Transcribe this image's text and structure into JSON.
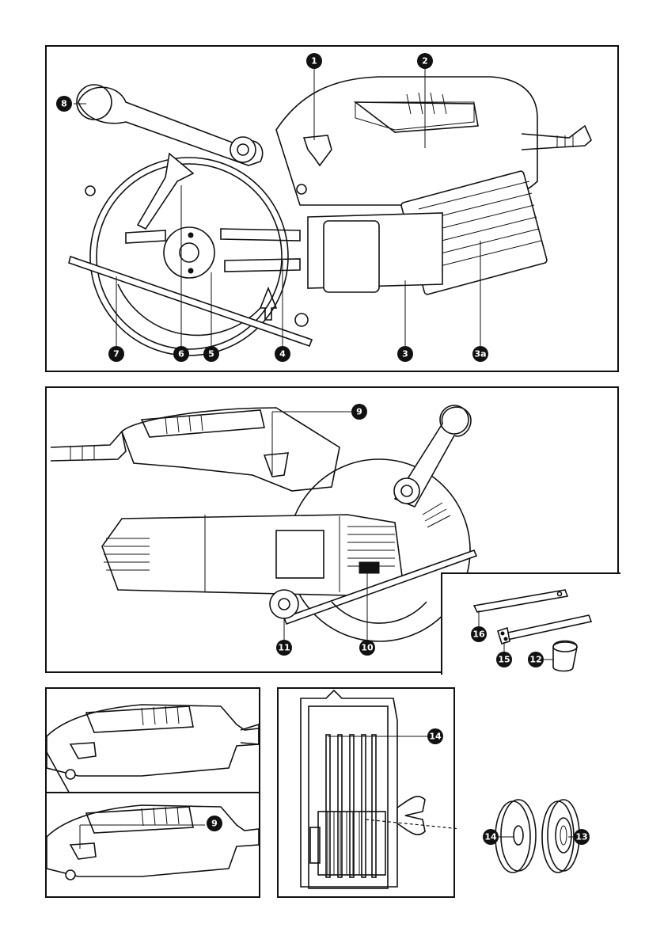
{
  "callouts": {
    "c1": "1",
    "c2": "2",
    "c3": "3",
    "c3a": "3a",
    "c4": "4",
    "c5": "5",
    "c6": "6",
    "c7": "7",
    "c8": "8",
    "c9_top": "9",
    "c10": "10",
    "c11": "11",
    "c12": "12",
    "c15": "15",
    "c16": "16",
    "c9_detail": "9",
    "c14_top": "14",
    "c14_washer": "14",
    "c13": "13"
  }
}
